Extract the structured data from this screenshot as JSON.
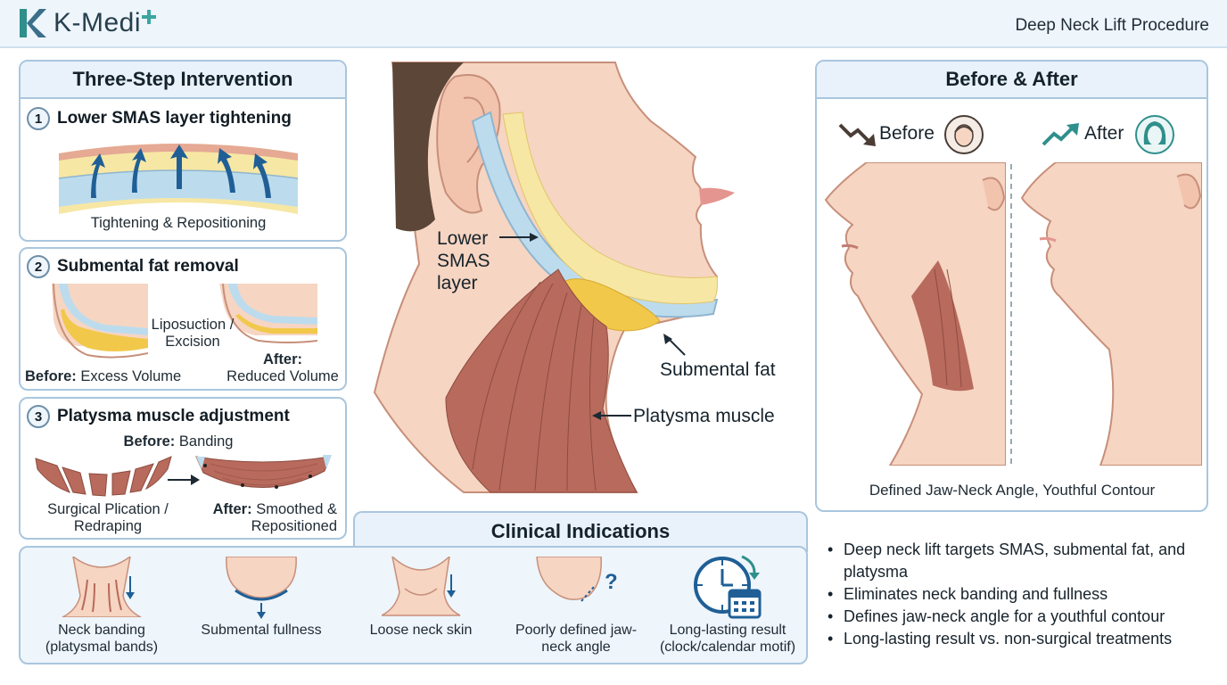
{
  "app": {
    "brand": "K-Medi",
    "page_title": "Deep Neck Lift Procedure"
  },
  "steps": {
    "title": "Three-Step Intervention",
    "items": [
      {
        "num": "1",
        "title": "Lower SMAS layer tightening",
        "caption": "Tightening & Repositioning"
      },
      {
        "num": "2",
        "title": "Submental fat removal",
        "middle": "Liposuction / Excision",
        "before_label": "Before:",
        "before_text": "Excess Volume",
        "after_label": "After:",
        "after_text": "Reduced Volume"
      },
      {
        "num": "3",
        "title": "Platysma muscle adjustment",
        "before_label": "Before:",
        "before_text": "Banding",
        "left_caption": "Surgical Plication / Redraping",
        "after_label": "After:",
        "after_text": "Smoothed & Repositioned"
      }
    ]
  },
  "anatomy": {
    "smas_label": "Lower SMAS layer",
    "fat_label": "Submental fat",
    "platysma_label": "Platysma muscle"
  },
  "before_after": {
    "title": "Before & After",
    "before": "Before",
    "after": "After",
    "caption": "Defined Jaw-Neck Angle, Youthful Contour"
  },
  "clinical": {
    "title": "Clinical Indications",
    "items": [
      {
        "label": "Neck banding (platysmal bands)",
        "icon": "neck-banding-icon"
      },
      {
        "label": "Submental fullness",
        "icon": "submental-fullness-icon"
      },
      {
        "label": "Loose neck skin",
        "icon": "loose-skin-icon"
      },
      {
        "label": "Poorly defined jaw-neck angle",
        "icon": "jaw-angle-icon"
      },
      {
        "label": "Long-lasting result (clock/calendar motif)",
        "icon": "clock-calendar-icon"
      }
    ]
  },
  "bullets": [
    "Deep neck lift targets SMAS, submental fat, and platysma",
    "Eliminates neck banding and fullness",
    "Defines jaw-neck angle for a youthful contour",
    "Long-lasting result vs. non-surgical treatments"
  ],
  "colors": {
    "skin": "#f6d5c2",
    "skin_line": "#c78f7a",
    "fat": "#f7e7a4",
    "muscle": "#b86a5c",
    "smas": "#bcdcee",
    "accent": "#2f8f8c",
    "hair": "#5b4637"
  }
}
